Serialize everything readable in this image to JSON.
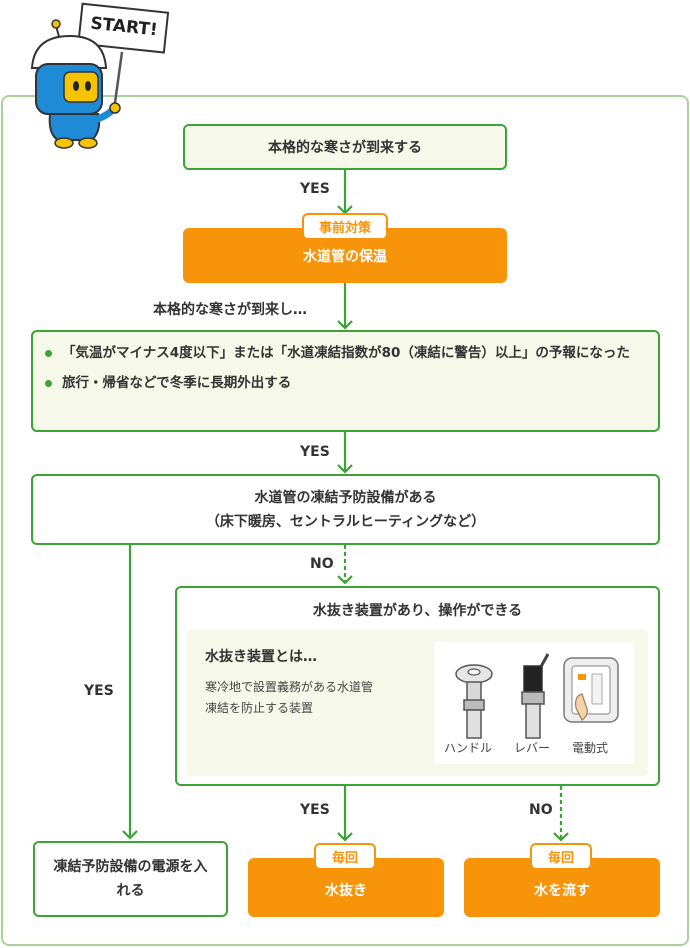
{
  "start_sign": "START!",
  "step1": "本格的な寒さが到来する",
  "yes1": "YES",
  "tag_prevention": "事前対策",
  "insulation": "水道管の保温",
  "arrival_label": "本格的な寒さが到来し…",
  "conditions": [
    "「気温がマイナス4度以下」または「水道凍結指数が80（凍結に警告）以上」の予報になった",
    "旅行・帰省などで冬季に長期外出する"
  ],
  "yes2": "YES",
  "device_question": {
    "line1": "水道管の凍結予防設備がある",
    "line2": "（床下暖房、セントラルヒーティングなど）"
  },
  "no1": "NO",
  "yes_left": "YES",
  "drain_question": "水抜き装置があり、操作ができる",
  "drain_info": {
    "title": "水抜き装置とは…",
    "desc1": "寒冷地で設置義務がある水道管",
    "desc2": "凍結を防止する装置",
    "types": [
      "ハンドル",
      "レバー",
      "電動式"
    ]
  },
  "yes3": "YES",
  "no2": "NO",
  "result_power": "凍結予防設備の電源を入れる",
  "tag_every": "毎回",
  "tag_every2": "毎回",
  "result_drain": "水抜き",
  "result_flow": "水を流す",
  "colors": {
    "green": "#3aa535",
    "orange": "#f8940a",
    "frame": "#a9d39a",
    "cream": "#f6f9e9"
  }
}
